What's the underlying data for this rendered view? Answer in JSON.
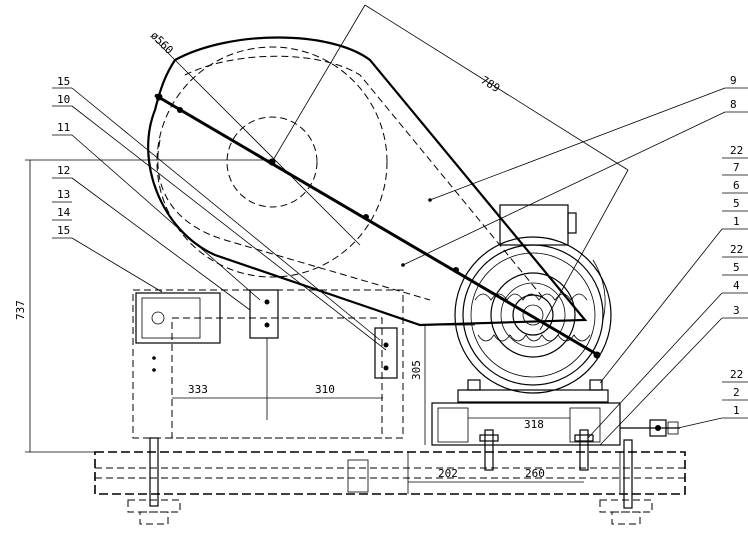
{
  "dimensions": {
    "pulley_diameter": "ø560",
    "belt_length": "789",
    "overall_height": "737",
    "left_span": "333",
    "mid_span": "310",
    "motor_base_width": "318",
    "motor_height": "305",
    "rail_left": "202",
    "rail_right": "260"
  },
  "callouts_left": [
    "15",
    "10",
    "11",
    "12",
    "13",
    "14",
    "15"
  ],
  "callouts_right": [
    "9",
    "8",
    "22",
    "7",
    "6",
    "5",
    "1",
    "22",
    "5",
    "4",
    "3",
    "22",
    "2",
    "1"
  ]
}
